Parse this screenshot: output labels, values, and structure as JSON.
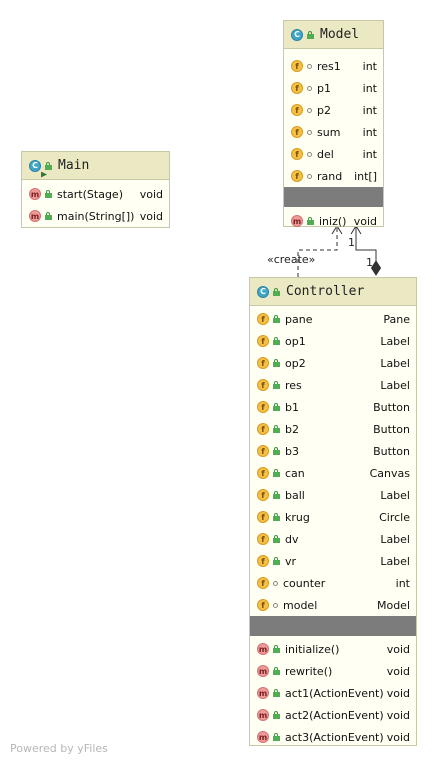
{
  "diagram": {
    "classes": {
      "model": {
        "kind_icon": "C",
        "title": "Model",
        "fields": [
          {
            "name": "res1",
            "type": "int",
            "icon": "field-icon",
            "visibility": "package-private"
          },
          {
            "name": "p1",
            "type": "int",
            "icon": "field-icon",
            "visibility": "package-private"
          },
          {
            "name": "p2",
            "type": "int",
            "icon": "field-icon",
            "visibility": "package-private"
          },
          {
            "name": "sum",
            "type": "int",
            "icon": "field-icon",
            "visibility": "package-private"
          },
          {
            "name": "del",
            "type": "int",
            "icon": "field-icon",
            "visibility": "package-private"
          },
          {
            "name": "rand",
            "type": "int[]",
            "icon": "field-icon",
            "visibility": "package-private"
          }
        ],
        "methods": [
          {
            "name": "iniz()",
            "type": "void",
            "icon": "method-icon",
            "visibility": "public"
          }
        ]
      },
      "main": {
        "kind_icon": "C",
        "title": "Main",
        "fields": [],
        "methods": [
          {
            "name": "start(Stage)",
            "type": "void",
            "icon": "method-icon",
            "visibility": "public"
          },
          {
            "name": "main(String[])",
            "type": "void",
            "icon": "method-icon",
            "visibility": "public"
          }
        ]
      },
      "controller": {
        "kind_icon": "C",
        "title": "Controller",
        "fields": [
          {
            "name": "pane",
            "type": "Pane",
            "icon": "field-icon",
            "visibility": "public"
          },
          {
            "name": "op1",
            "type": "Label",
            "icon": "field-icon",
            "visibility": "public"
          },
          {
            "name": "op2",
            "type": "Label",
            "icon": "field-icon",
            "visibility": "public"
          },
          {
            "name": "res",
            "type": "Label",
            "icon": "field-icon",
            "visibility": "public"
          },
          {
            "name": "b1",
            "type": "Button",
            "icon": "field-icon",
            "visibility": "public"
          },
          {
            "name": "b2",
            "type": "Button",
            "icon": "field-icon",
            "visibility": "public"
          },
          {
            "name": "b3",
            "type": "Button",
            "icon": "field-icon",
            "visibility": "public"
          },
          {
            "name": "can",
            "type": "Canvas",
            "icon": "field-icon",
            "visibility": "public"
          },
          {
            "name": "ball",
            "type": "Label",
            "icon": "field-icon",
            "visibility": "public"
          },
          {
            "name": "krug",
            "type": "Circle",
            "icon": "field-icon",
            "visibility": "public"
          },
          {
            "name": "dv",
            "type": "Label",
            "icon": "field-icon",
            "visibility": "public"
          },
          {
            "name": "vr",
            "type": "Label",
            "icon": "field-icon",
            "visibility": "public"
          },
          {
            "name": "counter",
            "type": "int",
            "icon": "field-icon",
            "visibility": "package-private"
          },
          {
            "name": "model",
            "type": "Model",
            "icon": "field-icon",
            "visibility": "package-private"
          }
        ],
        "methods": [
          {
            "name": "initialize()",
            "type": "void",
            "icon": "method-icon",
            "visibility": "public"
          },
          {
            "name": "rewrite()",
            "type": "void",
            "icon": "method-icon",
            "visibility": "public"
          },
          {
            "name": "act1(ActionEvent)",
            "type": "void",
            "icon": "method-icon",
            "visibility": "public"
          },
          {
            "name": "act2(ActionEvent)",
            "type": "void",
            "icon": "method-icon",
            "visibility": "public"
          },
          {
            "name": "act3(ActionEvent)",
            "type": "void",
            "icon": "method-icon",
            "visibility": "public"
          }
        ]
      }
    },
    "relations": {
      "create_label": "«create»",
      "assoc_multiplicity_model_end": "1",
      "assoc_multiplicity_controller_end": "1"
    },
    "colors": {
      "class_header": "#ebe9c4",
      "class_body": "#fffff3",
      "separator": "#7c7c7c",
      "field_icon": "#f5c045",
      "method_icon": "#ef9a9a",
      "class_icon": "#3fa6c7"
    },
    "footer": "Powered by yFiles"
  }
}
